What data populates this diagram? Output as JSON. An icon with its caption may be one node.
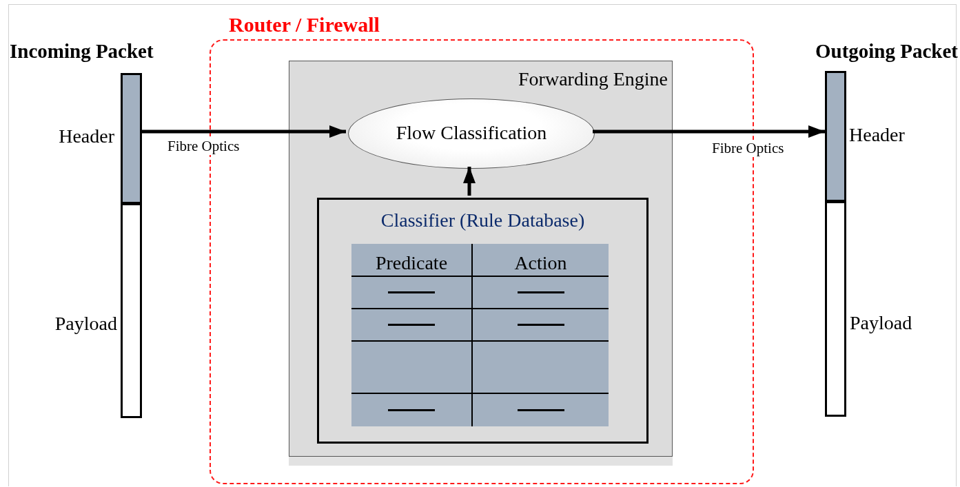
{
  "diagram": {
    "nodes": [
      {
        "text": [
          "Incoming Packet"
        ]
      },
      {
        "text": [],
        "shape": "bar",
        "in": 0,
        "beside": [
          "Header"
        ]
      },
      {
        "text": [],
        "shape": "bar",
        "in": 0,
        "beside": [
          "Payload"
        ]
      },
      {
        "text": [
          "Router / Firewall"
        ]
      },
      {
        "text": [
          "Forwarding Engine"
        ],
        "in": 3
      },
      {
        "text": [
          "Flow Classification"
        ],
        "in": 4
      },
      {
        "text": [
          "Classifier (Rule Database)"
        ],
        "in": 4
      },
      {
        "text": [
          "Outgoing Packet"
        ]
      },
      {
        "text": [],
        "shape": "bar",
        "in": 7,
        "beside": [
          "Header"
        ]
      },
      {
        "text": [],
        "shape": "bar",
        "in": 7,
        "beside": [
          "Payload"
        ]
      }
    ],
    "edges": [
      {
        "from": 1,
        "to": 5,
        "arrow": "to",
        "label": "Fibre Optics"
      },
      {
        "from": 5,
        "to": 8,
        "arrow": "to",
        "label": "Fibre Optics"
      },
      {
        "from": 6,
        "to": 5,
        "arrow": "to"
      }
    ],
    "labels": [
      "Predicate",
      "Action"
    ]
  }
}
